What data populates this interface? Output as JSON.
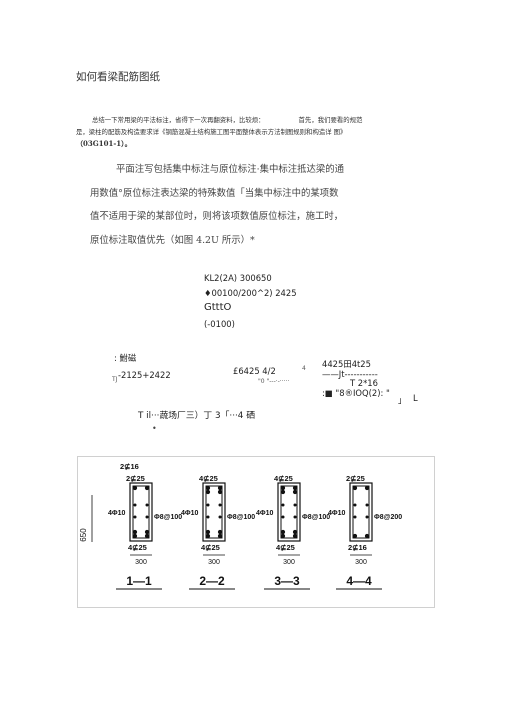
{
  "title": "如何看梁配筋图纸",
  "intro": {
    "line1a": "总结一下常用梁的平法标注，省得下一次再翻资料，比较烦：",
    "line1b": "首先，我们要看的规范",
    "line2": "是，梁柱的配筋及构造要求详《钢筋混凝土结构施工图平面整体表示方法制图规则和构造详  图》",
    "line3": "（03G101-1）。"
  },
  "paragraph": [
    "平面注写包括集中标注与原位标注·集中标注抵达梁的通",
    "用数值°原位标注表达梁的特殊数值「当集中标注中的某项数",
    "值不适用于梁的某部位时，则将该项数值原位标注，施工时，",
    "原位标注取值优先（如图 4.2U 所示）*"
  ],
  "centralLabel": {
    "line1": "KL2(2A) 300650",
    "line2": "♦00100/200^2) 2425",
    "line3": "GtttO",
    "line4": "(-0100)"
  },
  "leftLabels": {
    "a": ": 鮒磁",
    "b": "-2125+2422",
    "b2": "TJ"
  },
  "midLabels": {
    "a": "£6425 4/2",
    "a_sup": "4",
    "b": "\"0  \"---·-·····"
  },
  "rightLabels": {
    "a": "4425田4t25",
    "b": "——Jt-----------",
    "c": "T 2*16",
    "d": ":■ \"8®IOQ(2): \"",
    "e": "」",
    "f": "L"
  },
  "bottomLine": "T il···蔬场厂三）丁 3「···4 硒",
  "bulletDot": "•",
  "sections": [
    {
      "top": "2⊈25",
      "midLeft": "4Φ10",
      "stirrup": "Φ8@100",
      "bottom": "4⊈25",
      "width": "300",
      "name": "1—1"
    },
    {
      "top": "4⊈25",
      "midLeft": "4Φ10",
      "stirrup": "Φ8@100",
      "bottom": "4⊈25",
      "width": "300",
      "name": "2—2"
    },
    {
      "top": "4⊈25",
      "midLeft": "4Φ10",
      "stirrup": "Φ8@100",
      "bottom": "4⊈25",
      "width": "300",
      "name": "3—3"
    },
    {
      "top": "2⊈25",
      "midLeft": "4Φ10",
      "stirrup": "Φ8@200",
      "bottom": "2⊈16",
      "width": "300",
      "name": "4—4"
    }
  ],
  "heightDim": "650",
  "topNote1": "2⊈16"
}
